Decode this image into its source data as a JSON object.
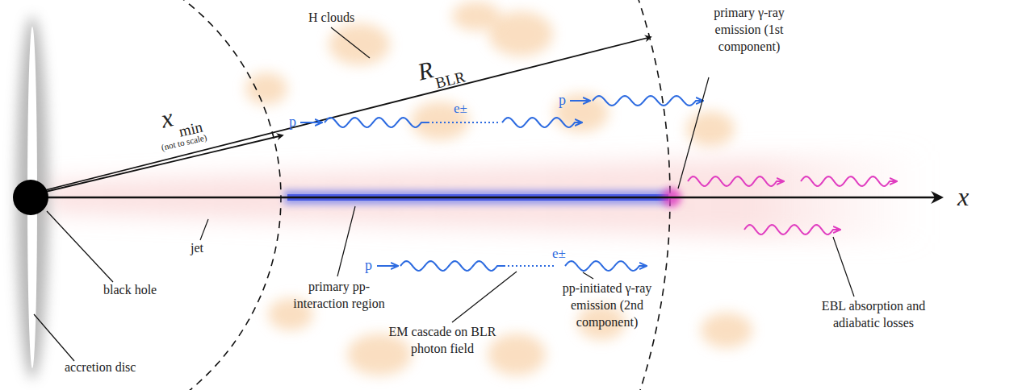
{
  "diagram": {
    "labels": [
      "H clouds",
      "R",
      "BLR",
      "x",
      "min",
      "(not to scale)",
      "primary γ-ray emission (1st component)",
      "p",
      "p",
      "e±",
      "p",
      "e±",
      "jet",
      "black hole",
      "accretion disc",
      "primary pp-interaction region",
      "EM cascade on BLR photon field",
      "pp-initiated γ-ray emission (2nd component)",
      "EBL absorption and adiabatic losses",
      "x"
    ]
  }
}
